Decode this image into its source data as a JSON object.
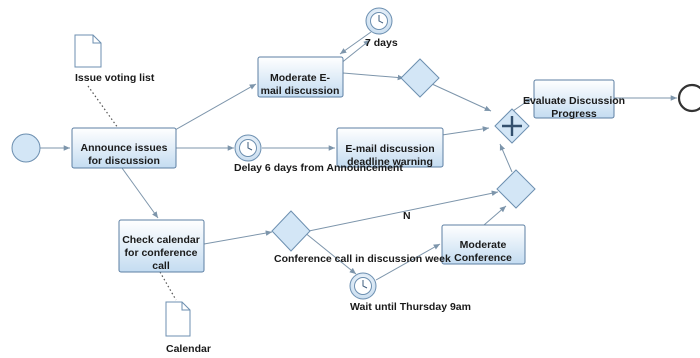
{
  "diagram": {
    "tasks": {
      "announce": [
        "Announce issues",
        "for discussion"
      ],
      "moderate_email": [
        "Moderate E-",
        "mail discussion"
      ],
      "email_warning": [
        "E-mail discussion",
        "deadline warning"
      ],
      "evaluate": [
        "Evaluate Discussion",
        "Progress"
      ],
      "check_calendar": [
        "Check calendar",
        "for conference",
        "call"
      ],
      "moderate_conference": [
        "Moderate",
        "Conference"
      ]
    },
    "labels": {
      "seven_days": "7 days",
      "delay": "Delay 6 days from Announcement",
      "wait_thursday": "Wait until Thursday 9am",
      "conference_gateway": "Conference call in discussion week",
      "flow_n": "N"
    },
    "documents": {
      "voting_list": "Issue voting list",
      "calendar": "Calendar"
    },
    "colors": {
      "task_fill_top": "#ffffff",
      "task_fill_bottom": "#c4dcf1",
      "task_border": "#5c7fa3",
      "gateway_fill": "#d3e6f6",
      "flow_line": "#7d95ab"
    }
  }
}
